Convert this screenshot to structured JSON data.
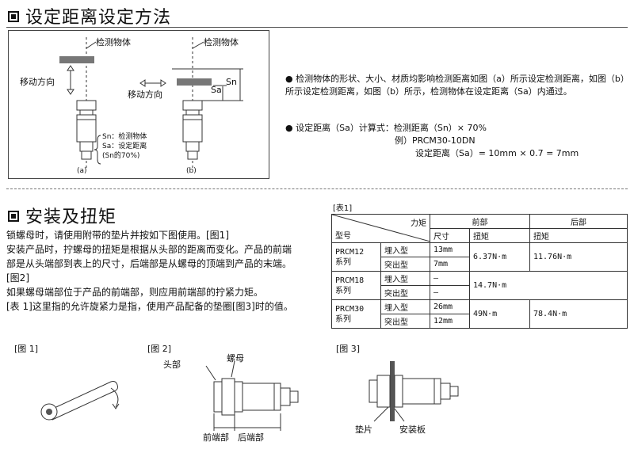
{
  "section1": {
    "title": "设定距离设定方法",
    "diagram": {
      "target_label_a": "检测物体",
      "target_label_b": "检测物体",
      "move_dir_a": "移动方向",
      "move_dir_b": "移动方向",
      "sa": "Sa",
      "sn": "Sn",
      "legend_sn": "Sn：检测物体",
      "legend_sa": "Sa：设定距离",
      "legend_pct": "(Sn的70%)",
      "cap_a": "(a)",
      "cap_b": "(b)"
    },
    "bullets": [
      "检测物体的形状、大小、材质均影响检测距离如图（a）所示设定检测距离，如图（b）所示设定检测距离，如图（b）所示，检测物体在设定距离（Sa）内通过。",
      "设定距离（Sa）计算式：检测距离（Sn）× 70%"
    ],
    "example_line1": "例）PRCM30-10DN",
    "example_line2": "设定距离（Sa）= 10mm × 0.7 = 7mm"
  },
  "section2": {
    "title": "安装及扭矩",
    "paragraphs": [
      "锁螺母时，请使用附带的垫片并按如下图使用。[图1]",
      "安装产品时，拧螺母的扭矩是根据从头部的距离而变化。产品的前端",
      "部是从头端部到表上的尺寸，后端部是从螺母的顶端到产品的末端。",
      "[图2]",
      "如果螺母端部位于产品的前端部，则应用前端部的拧紧力矩。",
      "[表 1]这里指的允许旋紧力是指，使用产品配备的垫圈[图3]时的值。"
    ],
    "table": {
      "caption": "[表1]",
      "head_torque": "力矩",
      "head_model": "型号",
      "head_front": "前部",
      "head_rear": "后部",
      "head_size": "尺寸",
      "head_torque1": "扭矩",
      "head_torque2": "扭矩",
      "rows": [
        {
          "series": "PRCM12",
          "sub": "系列",
          "t1": "埋入型",
          "s1": "13mm",
          "t2": "突出型",
          "s2": "7mm",
          "front": "6.37N·m",
          "rear": "11.76N·m"
        },
        {
          "series": "PRCM18",
          "sub": "系列",
          "t1": "埋入型",
          "s1": "–",
          "t2": "突出型",
          "s2": "–",
          "front": "14.7N·m",
          "rear": ""
        },
        {
          "series": "PRCM30",
          "sub": "系列",
          "t1": "埋入型",
          "s1": "26mm",
          "t2": "突出型",
          "s2": "12mm",
          "front": "49N·m",
          "rear": "78.4N·m"
        }
      ]
    },
    "fig1": "[图 1]",
    "fig2": "[图 2]",
    "fig3": "[图 3]",
    "fig2_head": "头部",
    "fig2_nut": "螺母",
    "fig2_front": "前端部",
    "fig2_rear": "后端部",
    "fig3_washer": "垫片",
    "fig3_plate": "安装板"
  }
}
